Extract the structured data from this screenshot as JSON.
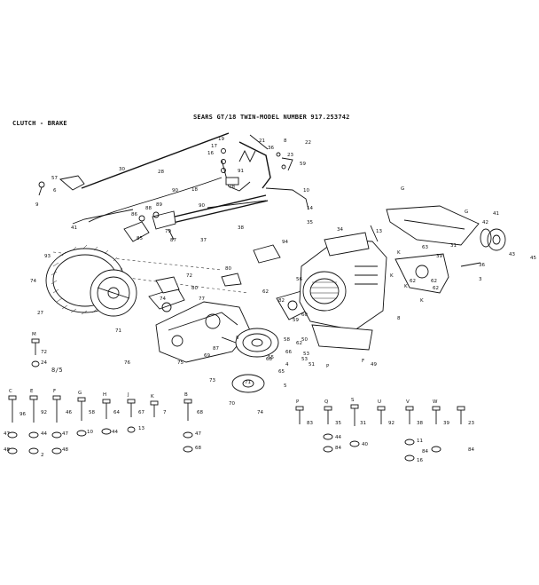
{
  "titles": {
    "section": "CLUTCH - BRAKE",
    "model": "SEARS GT/18 TWIN-MODEL NUMBER 917.253742",
    "stamp": "8/5"
  },
  "callouts": {
    "upper_left": [
      "9",
      "6",
      "57",
      "41",
      "30",
      "28",
      "90",
      "86",
      "88",
      "89",
      "85",
      "79",
      "87"
    ],
    "center_top": [
      "19",
      "17",
      "16",
      "21",
      "36",
      "8",
      "22",
      "23",
      "59",
      "91",
      "18",
      "90",
      "78",
      "10",
      "38",
      "37",
      "14",
      "35"
    ],
    "right": [
      "G",
      "G",
      "34",
      "13",
      "42",
      "41",
      "43",
      "45",
      "K",
      "62",
      "31",
      "K",
      "63",
      "39",
      "62",
      "K",
      "K",
      "3",
      "36",
      "62"
    ],
    "middle": [
      "93",
      "74",
      "27",
      "80",
      "72",
      "74",
      "71",
      "75",
      "87",
      "8",
      "77",
      "76",
      "94",
      "80",
      "62",
      "59",
      "62",
      "60",
      "50",
      "55",
      "53",
      "51",
      "70",
      "71",
      "73",
      "69",
      "68",
      "74",
      "56",
      "58",
      "82",
      "66",
      "4",
      "5",
      "65",
      "P",
      "F",
      "49",
      "53",
      "8"
    ],
    "bolt_letters": [
      "C",
      "E",
      "F",
      "G",
      "H",
      "J",
      "K",
      "B",
      "M",
      "P",
      "Q",
      "S",
      "U",
      "V",
      "W"
    ],
    "bolt_numbers": [
      "96",
      "92",
      "46",
      "58",
      "64",
      "67",
      "7",
      "68",
      "72",
      "83",
      "35",
      "31",
      "92",
      "38",
      "39",
      "23"
    ],
    "washer_numbers": [
      "47",
      "48",
      "44",
      "2",
      "47",
      "48",
      "10",
      "44",
      "13",
      "47",
      "68",
      "24",
      "84",
      "40",
      "44",
      "11",
      "84",
      "16",
      "84"
    ]
  }
}
